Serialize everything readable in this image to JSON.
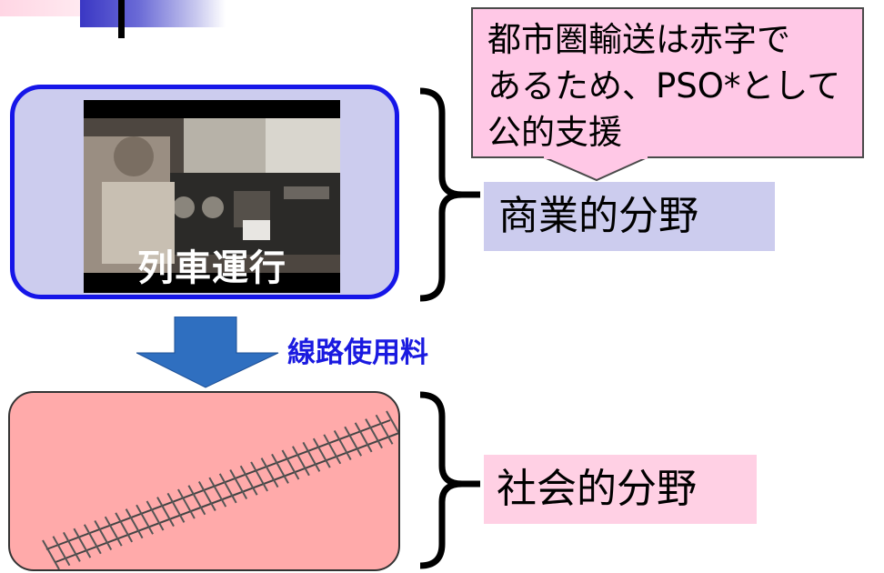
{
  "callout": {
    "text": "都市圏輸送は赤字で\nあるため、PSO*として\n公的支援"
  },
  "commercial": {
    "box_label": "列車運行",
    "sector_label": "商業的分野"
  },
  "flow": {
    "fee_label": "線路使用料"
  },
  "social": {
    "sector_label": "社会的分野"
  },
  "colors": {
    "commercial_box_fill": "#ccccee",
    "commercial_box_border": "#1616e8",
    "callout_fill": "#ffc8e6",
    "social_box_fill": "#ffaaaa",
    "social_label_fill": "#ffd0e4",
    "arrow_fill": "#2f6fc0",
    "fee_text": "#1a1ae0"
  }
}
